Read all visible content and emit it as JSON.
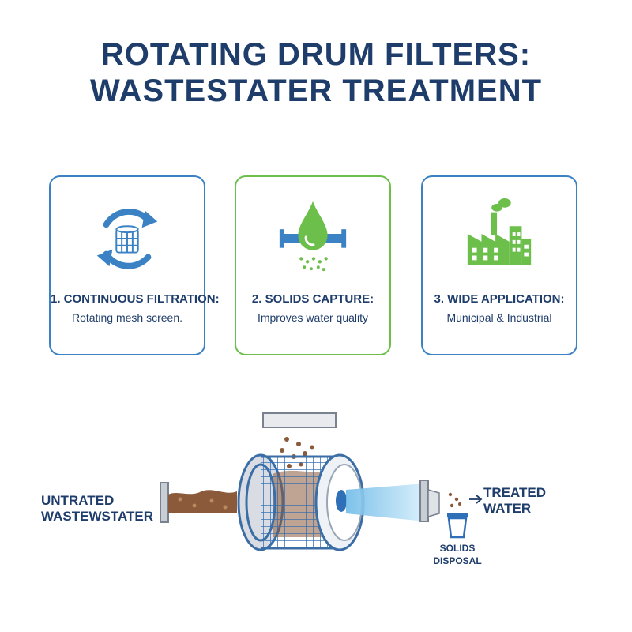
{
  "title": {
    "line1": "ROTATING DRUM FILTERS:",
    "line2": "WASTESTATER TREATMENT"
  },
  "cards": [
    {
      "title": "1. CONTINUOUS FILTRATION:",
      "subtitle": "Rotating mesh screen.",
      "icon": "rotating-drum-icon",
      "color": "#3b82c4"
    },
    {
      "title": "2. SOLIDS CAPTURE:",
      "subtitle": "Improves water quality",
      "icon": "water-drop-pipe-icon",
      "color": "#6cbf4b"
    },
    {
      "title": "3. WIDE APPLICATION:",
      "subtitle": "Municipal & Industrial",
      "icon": "factory-icon",
      "color": "#3b82c4"
    }
  ],
  "diagram": {
    "inlet_label_line1": "UNTRATED",
    "inlet_label_line2": "WASTEWSTATER",
    "outlet_label_line1": "TREATED",
    "outlet_label_line2": "WATER",
    "disposal_label_line1": "SOLIDS",
    "disposal_label_line2": "DISPOSAL"
  },
  "colors": {
    "navy": "#1f3d6b",
    "blue": "#3b82c4",
    "green": "#6cbf4b",
    "sludge": "#8a5a3b",
    "water": "#a9d8f2"
  }
}
